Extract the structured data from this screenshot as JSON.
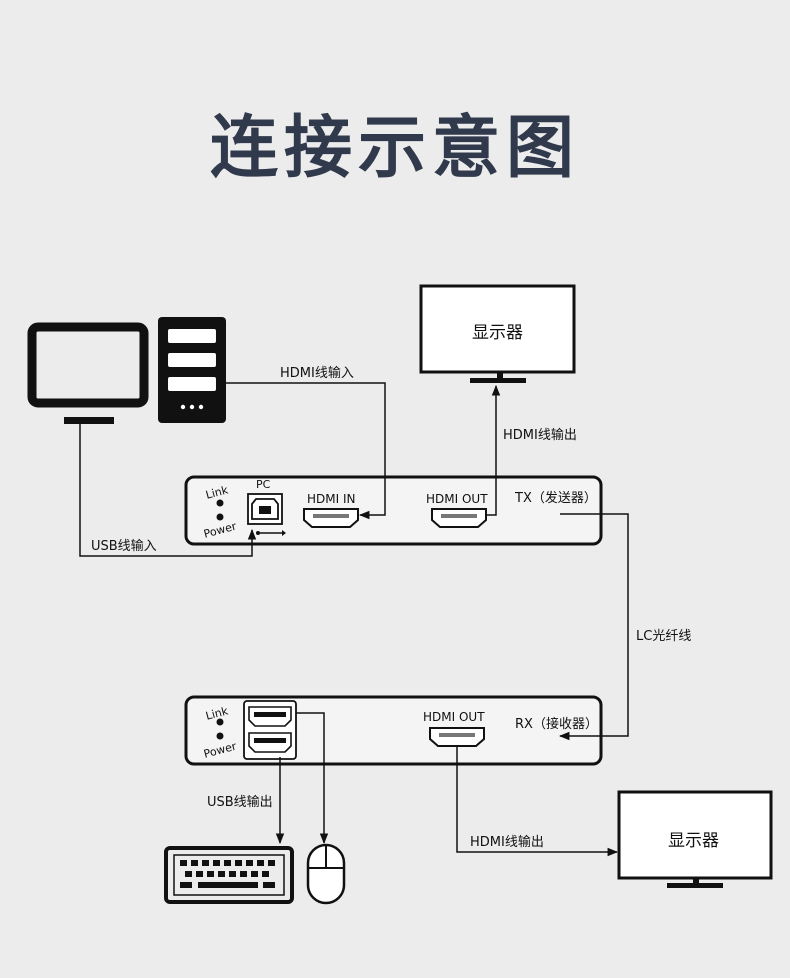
{
  "title": "连接示意图",
  "monitor_top_label": "显示器",
  "monitor_bottom_label": "显示器",
  "tx": {
    "label": "TX（发送器）",
    "link": "Link",
    "power": "Power",
    "pc": "PC",
    "hdmi_in": "HDMI IN",
    "hdmi_out": "HDMI OUT"
  },
  "rx": {
    "label": "RX（接收器）",
    "link": "Link",
    "power": "Power",
    "hdmi_out": "HDMI OUT"
  },
  "cables": {
    "hdmi_input": "HDMI线输入",
    "hdmi_output_tx": "HDMI线输出",
    "usb_input": "USB线输入",
    "fiber": "LC光纤线",
    "usb_output": "USB线输出",
    "hdmi_output_rx": "HDMI线输出"
  }
}
